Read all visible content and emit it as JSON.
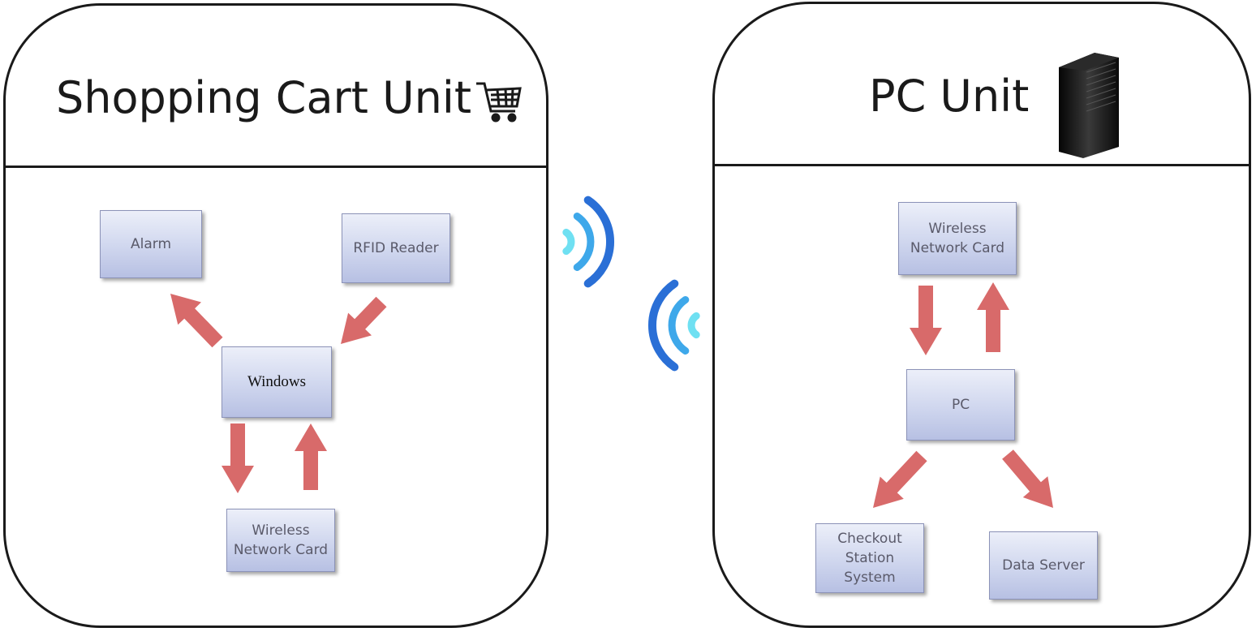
{
  "colors": {
    "arrow": "#d86a6a",
    "wave_outer": "#2a6fd6",
    "wave_inner": "#6fe0f2",
    "border": "#1a1a1a"
  },
  "shopping_cart_unit": {
    "title": "Shopping Cart Unit",
    "icon": "shopping-cart-icon",
    "nodes": {
      "alarm": "Alarm",
      "rfid_reader": "RFID Reader",
      "windows": "Windows",
      "wireless_network_card": "Wireless\nNetwork Card"
    }
  },
  "pc_unit": {
    "title": "PC Unit",
    "icon": "server-tower-icon",
    "nodes": {
      "wireless_network_card": "Wireless\nNetwork Card",
      "pc": "PC",
      "checkout_station_system": "Checkout\nStation\nSystem",
      "data_server": "Data Server"
    }
  },
  "wireless_link_icon": "wireless-signal-icon"
}
